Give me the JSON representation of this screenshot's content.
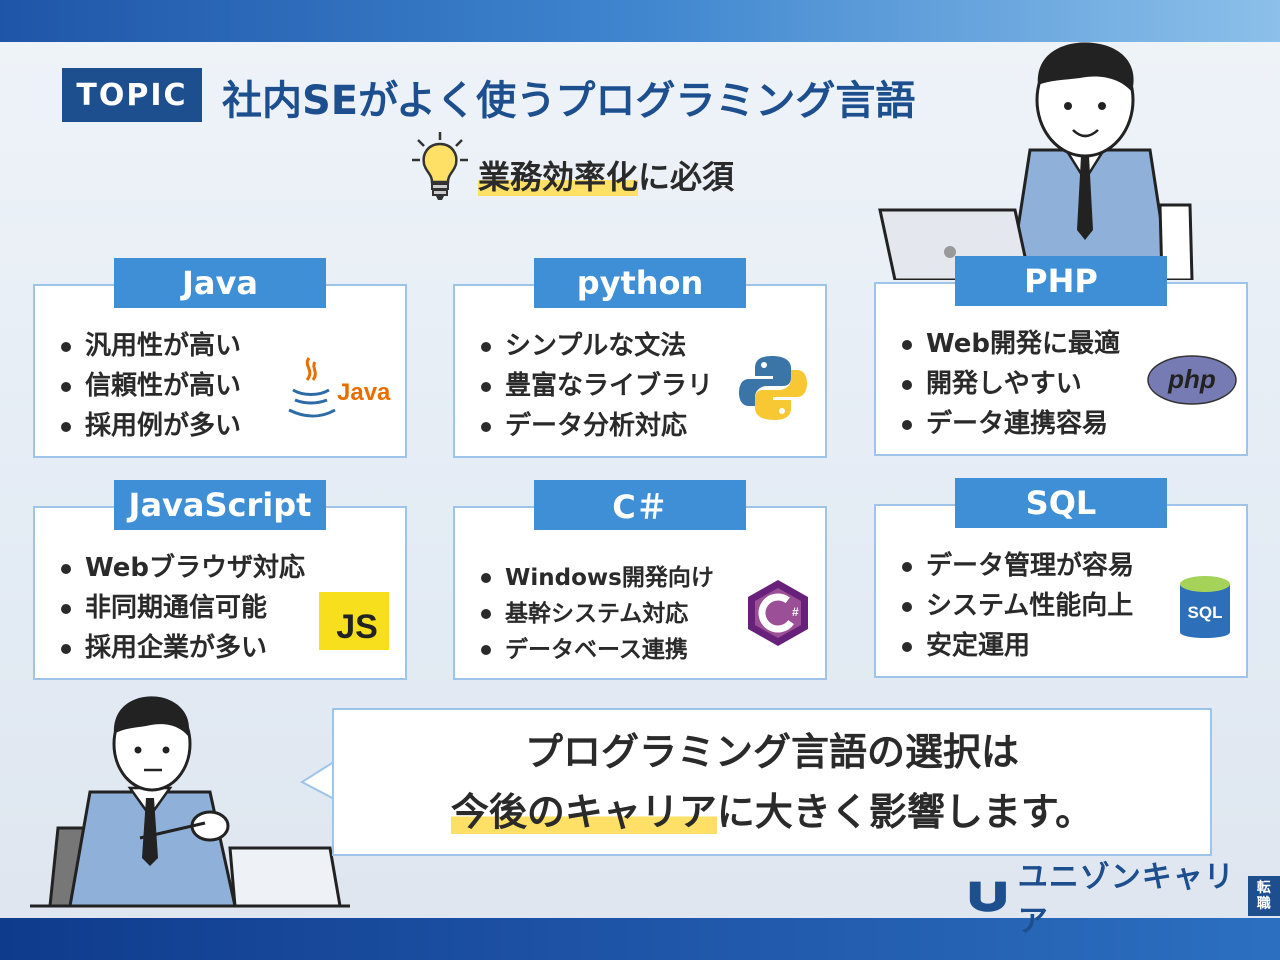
{
  "header": {
    "tag": "TOPIC",
    "title": "社内SEがよく使うプログラミング言語",
    "subtitle_highlight": "業務効率化",
    "subtitle_rest": "に必須"
  },
  "cards": [
    {
      "title": "Java",
      "items": [
        "汎用性が高い",
        "信頼性が高い",
        "採用例が多い"
      ],
      "logo": "java-logo",
      "logo_text": "Java"
    },
    {
      "title": "python",
      "items": [
        "シンプルな文法",
        "豊富なライブラリ",
        "データ分析対応"
      ],
      "logo": "python-logo"
    },
    {
      "title": "PHP",
      "items": [
        "Web開発に最適",
        "開発しやすい",
        "データ連携容易"
      ],
      "logo": "php-logo",
      "logo_text": "php"
    },
    {
      "title": "JavaScript",
      "items": [
        "Webブラウザ対応",
        "非同期通信可能",
        "採用企業が多い"
      ],
      "logo": "js-logo",
      "logo_text": "JS"
    },
    {
      "title": "C＃",
      "items": [
        "Windows開発向け",
        "基幹システム対応",
        "データベース連携"
      ],
      "logo": "csharp-logo",
      "logo_text": "C#"
    },
    {
      "title": "SQL",
      "items": [
        "データ管理が容易",
        "システム性能向上",
        "安定運用"
      ],
      "logo": "sql-logo",
      "logo_text": "SQL"
    }
  ],
  "speech": {
    "line1": "プログラミング言語の選択は",
    "line2_highlight": "今後のキャリア",
    "line2_rest": "に大きく影響します。"
  },
  "brand": {
    "name": "ユニゾンキャリア",
    "badge_top": "転",
    "badge_bottom": "職"
  },
  "colors": {
    "navy": "#1d4f8f",
    "card_head": "#3e8fd6",
    "highlight": "#ffe066",
    "card_border": "#9ec4ea"
  }
}
